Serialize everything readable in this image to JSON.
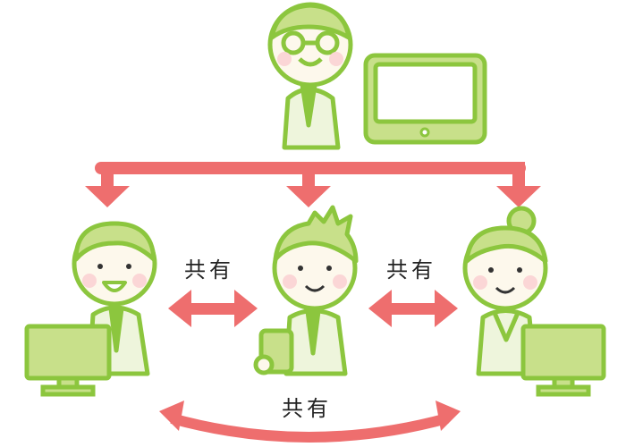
{
  "labels": {
    "share_left": "共有",
    "share_right": "共有",
    "share_bottom": "共有"
  },
  "colors": {
    "outline": "#8cc63e",
    "fill_green": "#c8e08a",
    "body_light": "#eef5dc",
    "face": "#fdf8ec",
    "arrow": "#ee6e6e",
    "cheek": "#fbd6d6"
  }
}
